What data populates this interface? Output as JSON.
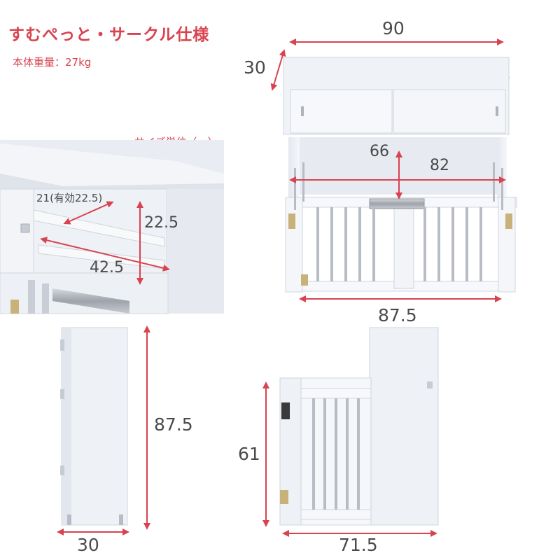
{
  "header": {
    "title": "すむぺっと・サークル仕様",
    "weight": "本体重量：27kg",
    "unit_note": "サイズ単位（㎝）"
  },
  "dimensions": {
    "top_width": "90",
    "top_depth": "30",
    "inner_depth": "66",
    "inner_width": "82",
    "bottom_width": "87.5",
    "shelf_depth": "21(有効22.5)",
    "shelf_height": "22.5",
    "shelf_width": "42.5",
    "side_height": "87.5",
    "side_depth": "30",
    "gate_height": "61",
    "gate_width": "71.5"
  },
  "colors": {
    "accent": "#d8434f",
    "furniture": "#eef1f6",
    "edge": "#c9d0dc",
    "bars": "#b8bcc4"
  }
}
